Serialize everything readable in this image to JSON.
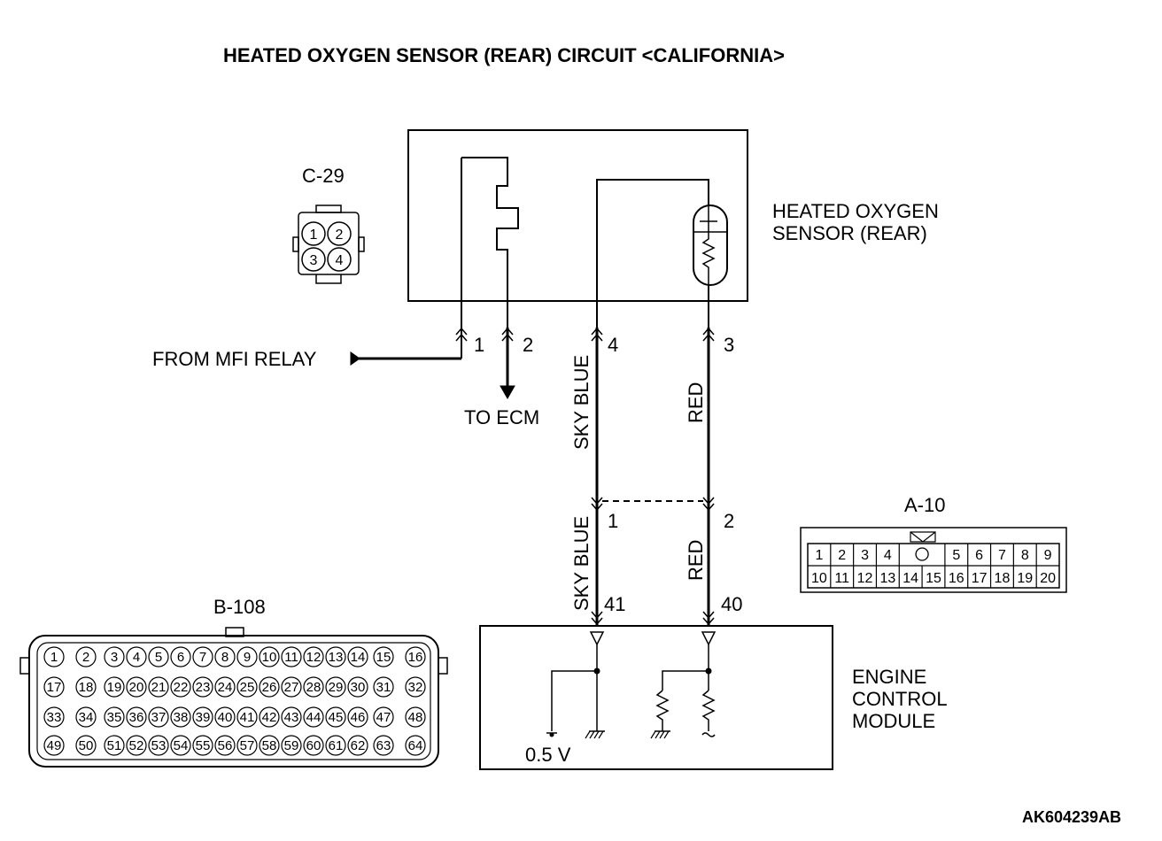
{
  "title": "HEATED OXYGEN SENSOR (REAR) CIRCUIT <CALIFORNIA>",
  "figure_code": "AK604239AB",
  "connectors": {
    "c29": {
      "label": "C-29",
      "pins": [
        "1",
        "2",
        "3",
        "4"
      ]
    },
    "a10": {
      "label": "A-10",
      "row1": [
        "1",
        "2",
        "3",
        "4",
        "",
        "5",
        "6",
        "7",
        "8",
        "9"
      ],
      "row2": [
        "10",
        "11",
        "12",
        "13",
        "14",
        "15",
        "16",
        "17",
        "18",
        "19",
        "20"
      ]
    },
    "b108": {
      "label": "B-108",
      "rows": [
        [
          "1",
          "2",
          "3",
          "4",
          "5",
          "6",
          "7",
          "8",
          "9",
          "10",
          "11",
          "12",
          "13",
          "14",
          "15",
          "16"
        ],
        [
          "17",
          "18",
          "19",
          "20",
          "21",
          "22",
          "23",
          "24",
          "25",
          "26",
          "27",
          "28",
          "29",
          "30",
          "31",
          "32"
        ],
        [
          "33",
          "34",
          "35",
          "36",
          "37",
          "38",
          "39",
          "40",
          "41",
          "42",
          "43",
          "44",
          "45",
          "46",
          "47",
          "48"
        ],
        [
          "49",
          "50",
          "51",
          "52",
          "53",
          "54",
          "55",
          "56",
          "57",
          "58",
          "59",
          "60",
          "61",
          "62",
          "63",
          "64"
        ]
      ]
    }
  },
  "sensor": {
    "name_line1": "HEATED OXYGEN",
    "name_line2": "SENSOR (REAR)"
  },
  "ecm": {
    "line1": "ENGINE",
    "line2": "CONTROL",
    "line3": "MODULE",
    "voltage": "0.5 V"
  },
  "wiring": {
    "from_mfi": "FROM MFI RELAY",
    "to_ecm": "TO ECM",
    "sensor_pins": [
      "1",
      "2",
      "4",
      "3"
    ],
    "junction_pins": [
      "1",
      "2"
    ],
    "ecm_pins": [
      "41",
      "40"
    ],
    "wire_sky_blue": "SKY BLUE",
    "wire_red": "RED"
  }
}
